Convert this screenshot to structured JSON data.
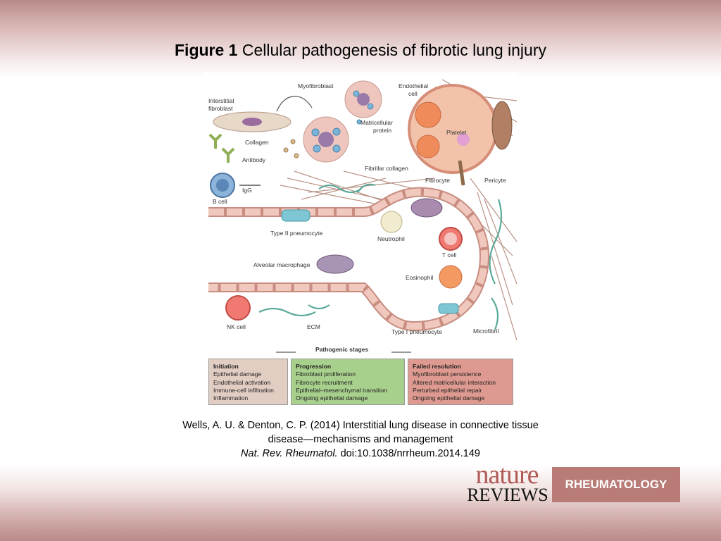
{
  "title": {
    "bold": "Figure 1",
    "text": "Cellular pathogenesis of fibrotic lung injury"
  },
  "figure_labels": {
    "myofibroblast": "Myofibroblast",
    "interstitial_fibroblast_1": "Interstitial",
    "interstitial_fibroblast_2": "fibroblast",
    "endothelial_cell_1": "Endothelial",
    "endothelial_cell_2": "cell",
    "matricellular_protein_1": "Matricellular",
    "matricellular_protein_2": "protein",
    "collagen": "Collagen",
    "antibody": "Antibody",
    "platelet": "Platelet",
    "fibrillar_collagen": "Fibrillar collagen",
    "fibrocyte": "Fibrocyte",
    "pericyte": "Pericyte",
    "b_cell": "B cell",
    "igg": "IgG",
    "type_ii_pneumocyte": "Type II pneumocyte",
    "neutrophil": "Neutrophil",
    "t_cell": "T cell",
    "alveolar_macrophage": "Alveolar macrophage",
    "eosinophil": "Eosinophil",
    "nk_cell": "NK cell",
    "ecm": "ECM",
    "type_i_pneumocyte": "Type I pneumocyte",
    "microfibril": "Microfibril",
    "pathogenic_stages": "Pathogenic stages"
  },
  "stages": [
    {
      "heading": "Initiation",
      "items": [
        "Epithelial damage",
        "Endothelial activation",
        "Immune-cell infiltration",
        "Inflammation"
      ],
      "color": "#e2cdc3"
    },
    {
      "heading": "Progression",
      "items": [
        "Fibroblast proliferation",
        "Fibrocyte recruitment",
        "Epithelial–mesenchymal transition",
        "Ongoing epithelial damage"
      ],
      "color": "#a8d08d"
    },
    {
      "heading": "Failed resolution",
      "items": [
        "Myofibroblast persistence",
        "Altered matricellular interaction",
        "Perturbed epithelial repair",
        "Ongoing epithelial damage"
      ],
      "color": "#de9a90"
    }
  ],
  "citation": {
    "line1": "Wells, A. U. & Denton, C. P. (2014) Interstitial lung disease in connective tissue",
    "line2": "disease—mechanisms and management",
    "journal": "Nat. Rev. Rheumatol.",
    "doi": " doi:10.1038/nrrheum.2014.149"
  },
  "logo": {
    "nature": "nature",
    "reviews": "REVIEWS",
    "journal": "RHEUMATOLOGY"
  }
}
